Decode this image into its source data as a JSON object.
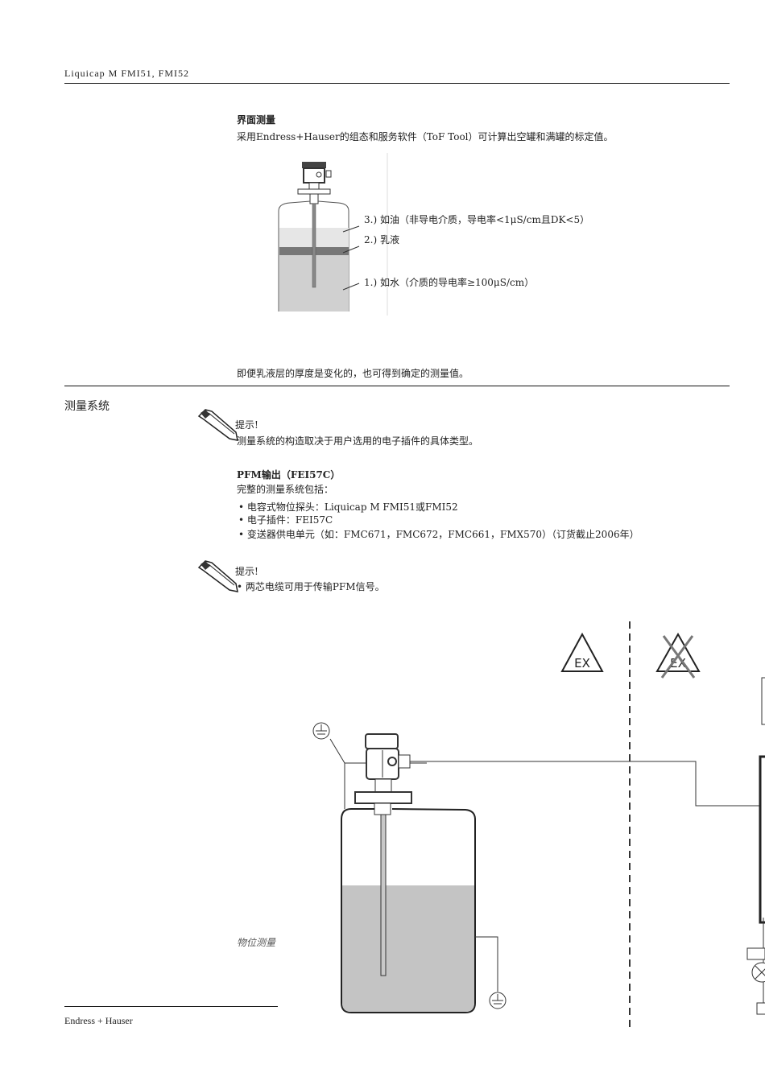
{
  "header": {
    "title": "Liquicap M  FMI51, FMI52"
  },
  "interface": {
    "heading": "界面测量",
    "intro": "采用Endress+Hauser的组态和服务软件（ToF Tool）可计算出空罐和满罐的标定值。",
    "labels": [
      {
        "num": "3.)",
        "text": "如油（非导电介质，导电率<1μS/cm且DK<5）"
      },
      {
        "num": "2.)",
        "text": "乳液"
      },
      {
        "num": "1.)",
        "text": "如水（介质的导电率≥100μS/cm）"
      }
    ],
    "note": "即便乳液层的厚度是变化的，也可得到确定的测量值。"
  },
  "system": {
    "heading": "测量系统",
    "hint1": {
      "title": "提示!",
      "text": "测量系统的构造取决于用户选用的电子插件的具体类型。"
    },
    "pfm": {
      "heading": "PFM输出（FEI57C）",
      "intro": "完整的测量系统包括：",
      "items": [
        "• 电容式物位探头：Liquicap  M FMI51或FMI52",
        "• 电子插件：FEI57C",
        "• 变送器供电单元（如：FMC671，FMC672，FMC661，FMX570）（订货截止2006年）"
      ]
    },
    "hint2": {
      "title": "提示!",
      "text": "• 两芯电缆可用于传输PFM信号。"
    },
    "ex_label": "EX",
    "caption": "物位测量"
  },
  "footer": {
    "brand": "Endress + Hauser"
  }
}
